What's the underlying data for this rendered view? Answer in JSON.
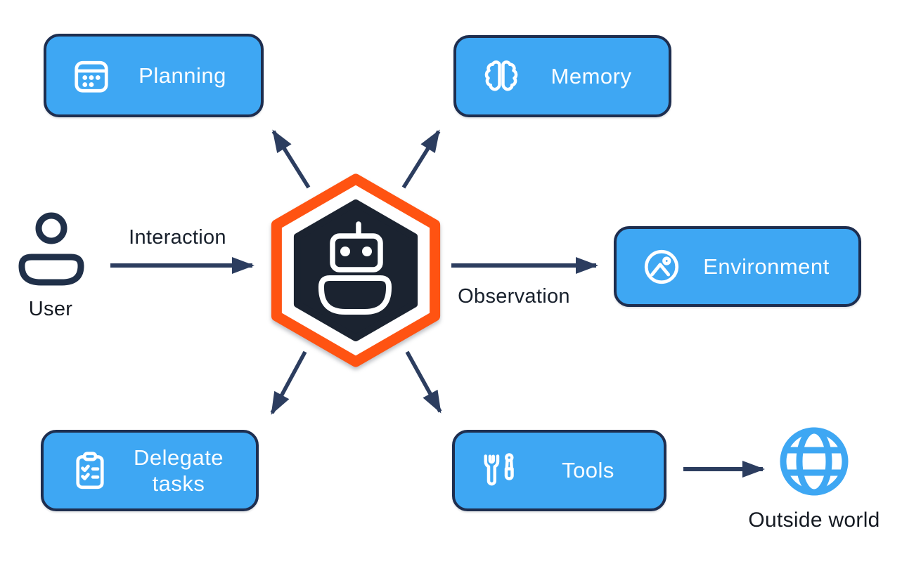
{
  "diagram": {
    "nodes": [
      {
        "id": "planning",
        "label": "Planning",
        "icon": "calendar-icon"
      },
      {
        "id": "memory",
        "label": "Memory",
        "icon": "brain-icon"
      },
      {
        "id": "environment",
        "label": "Environment",
        "icon": "image-icon"
      },
      {
        "id": "delegate-tasks",
        "label": "Delegate tasks",
        "icon": "clipboard-checklist-icon"
      },
      {
        "id": "tools",
        "label": "Tools",
        "icon": "wrench-screwdriver-icon"
      }
    ],
    "center": {
      "id": "agent",
      "icon": "robot-hexagon-icon"
    },
    "actors": {
      "user": {
        "label": "User",
        "icon": "person-icon"
      },
      "outside_world": {
        "label": "Outside world",
        "icon": "globe-icon"
      }
    },
    "edge_labels": {
      "interaction": "Interaction",
      "observation": "Observation"
    },
    "colors": {
      "node_fill": "#3EA7F3",
      "node_border": "#1E2E4F",
      "node_text": "#FBFDFF",
      "arrow": "#2C3D5F",
      "label_text": "#18202C",
      "hex_outer": "#FF5312",
      "hex_inner": "#1B2330",
      "icon_stroke": "#FFFFFF",
      "globe": "#3EA7F3"
    }
  }
}
